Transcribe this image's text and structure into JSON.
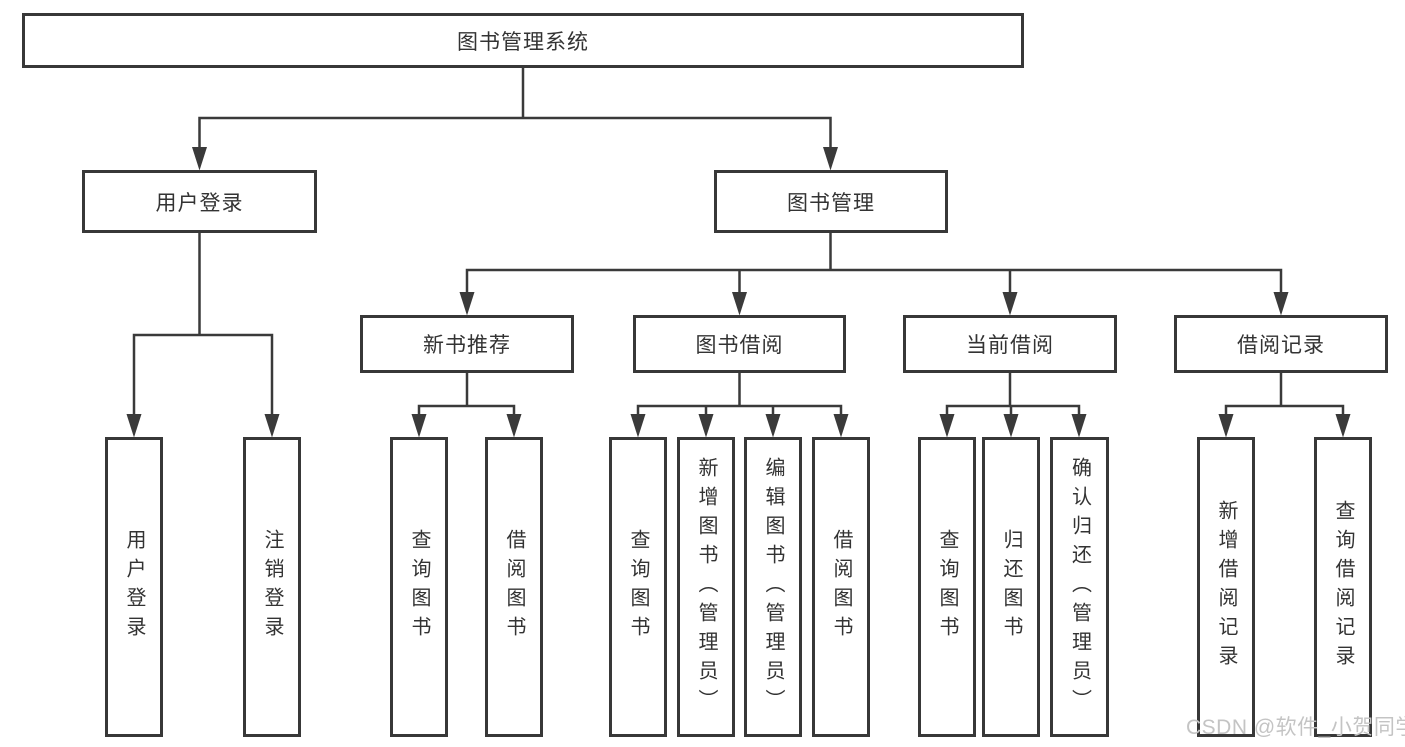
{
  "colors": {
    "background": "#ffffff",
    "line": "#3a3a3a",
    "box_border": "#383838",
    "box_fill": "#ffffff",
    "text": "#333333",
    "watermark": "#c4c4c4"
  },
  "watermark": {
    "text": "CSDN @软件_小贺同学"
  },
  "tree": {
    "root": {
      "label": "图书管理系统"
    },
    "level2": [
      {
        "label": "用户登录",
        "children": [
          {
            "label": "用户登录"
          },
          {
            "label": "注销登录"
          }
        ]
      },
      {
        "label": "图书管理"
      }
    ],
    "level3": [
      {
        "label": "新书推荐",
        "children": [
          {
            "label": "查询图书"
          },
          {
            "label": "借阅图书"
          }
        ]
      },
      {
        "label": "图书借阅",
        "children": [
          {
            "label": "查询图书"
          },
          {
            "label": "新增图书（管理员）"
          },
          {
            "label": "编辑图书（管理员）"
          },
          {
            "label": "借阅图书"
          }
        ]
      },
      {
        "label": "当前借阅",
        "children": [
          {
            "label": "查询图书"
          },
          {
            "label": "归还图书"
          },
          {
            "label": "确认归还（管理员）"
          }
        ]
      },
      {
        "label": "借阅记录",
        "children": [
          {
            "label": "新增借阅记录"
          },
          {
            "label": "查询借阅记录"
          }
        ]
      }
    ]
  }
}
